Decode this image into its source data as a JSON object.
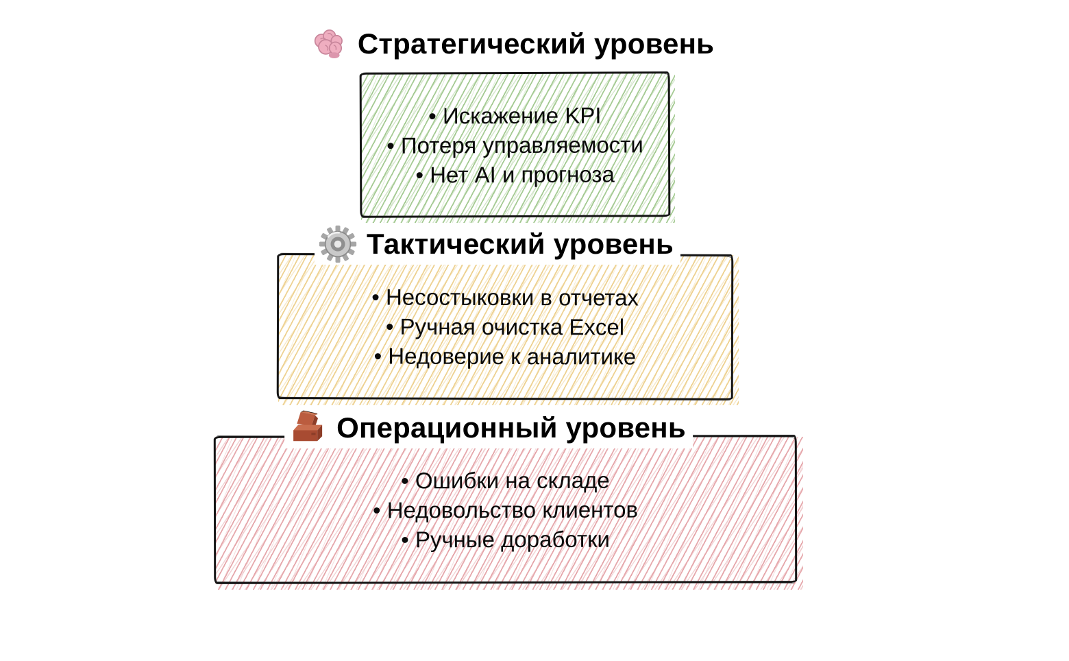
{
  "canvas": {
    "background": "#ffffff"
  },
  "colors": {
    "frame_border": "#161616",
    "title_text": "#000000",
    "item_text": "#0a0a0a"
  },
  "levels": [
    {
      "id": "strategic",
      "icon": "brain-icon",
      "title": "Стратегический уровень",
      "items": [
        "• Искажение KPI",
        "• Потеря управляемости",
        "• Нет AI и прогноза"
      ],
      "hatch_color": "#a6cb94"
    },
    {
      "id": "tactical",
      "icon": "gear-icon",
      "title": "Тактический уровень",
      "items": [
        "• Несостыковки в отчетах",
        "• Ручная очистка Excel",
        "• Недоверие к аналитике"
      ],
      "hatch_color": "#eed292"
    },
    {
      "id": "operational",
      "icon": "bricks-icon",
      "title": "Операционный уровень",
      "items": [
        "• Ошибки на складе",
        "• Недовольство клиентов",
        "• Ручные доработки"
      ],
      "hatch_color": "#e6a8ac"
    }
  ]
}
